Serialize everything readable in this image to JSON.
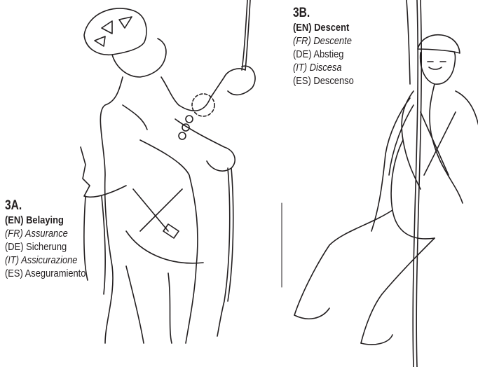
{
  "page": {
    "belay": {
      "number": "3A.",
      "en": "(EN) Belaying",
      "fr": "(FR) Assurance",
      "de": "(DE) Sicherung",
      "it": "(IT) Assicurazione",
      "es": "(ES) Aseguramiento"
    },
    "descent": {
      "number": "3B.",
      "en": "(EN) Descent",
      "fr": "(FR) Descente",
      "de": "(DE) Abstieg",
      "it": "(IT) Discesa",
      "es": "(ES) Descenso"
    }
  },
  "colors": {
    "ink": "#231f20",
    "paper": "#ffffff"
  }
}
